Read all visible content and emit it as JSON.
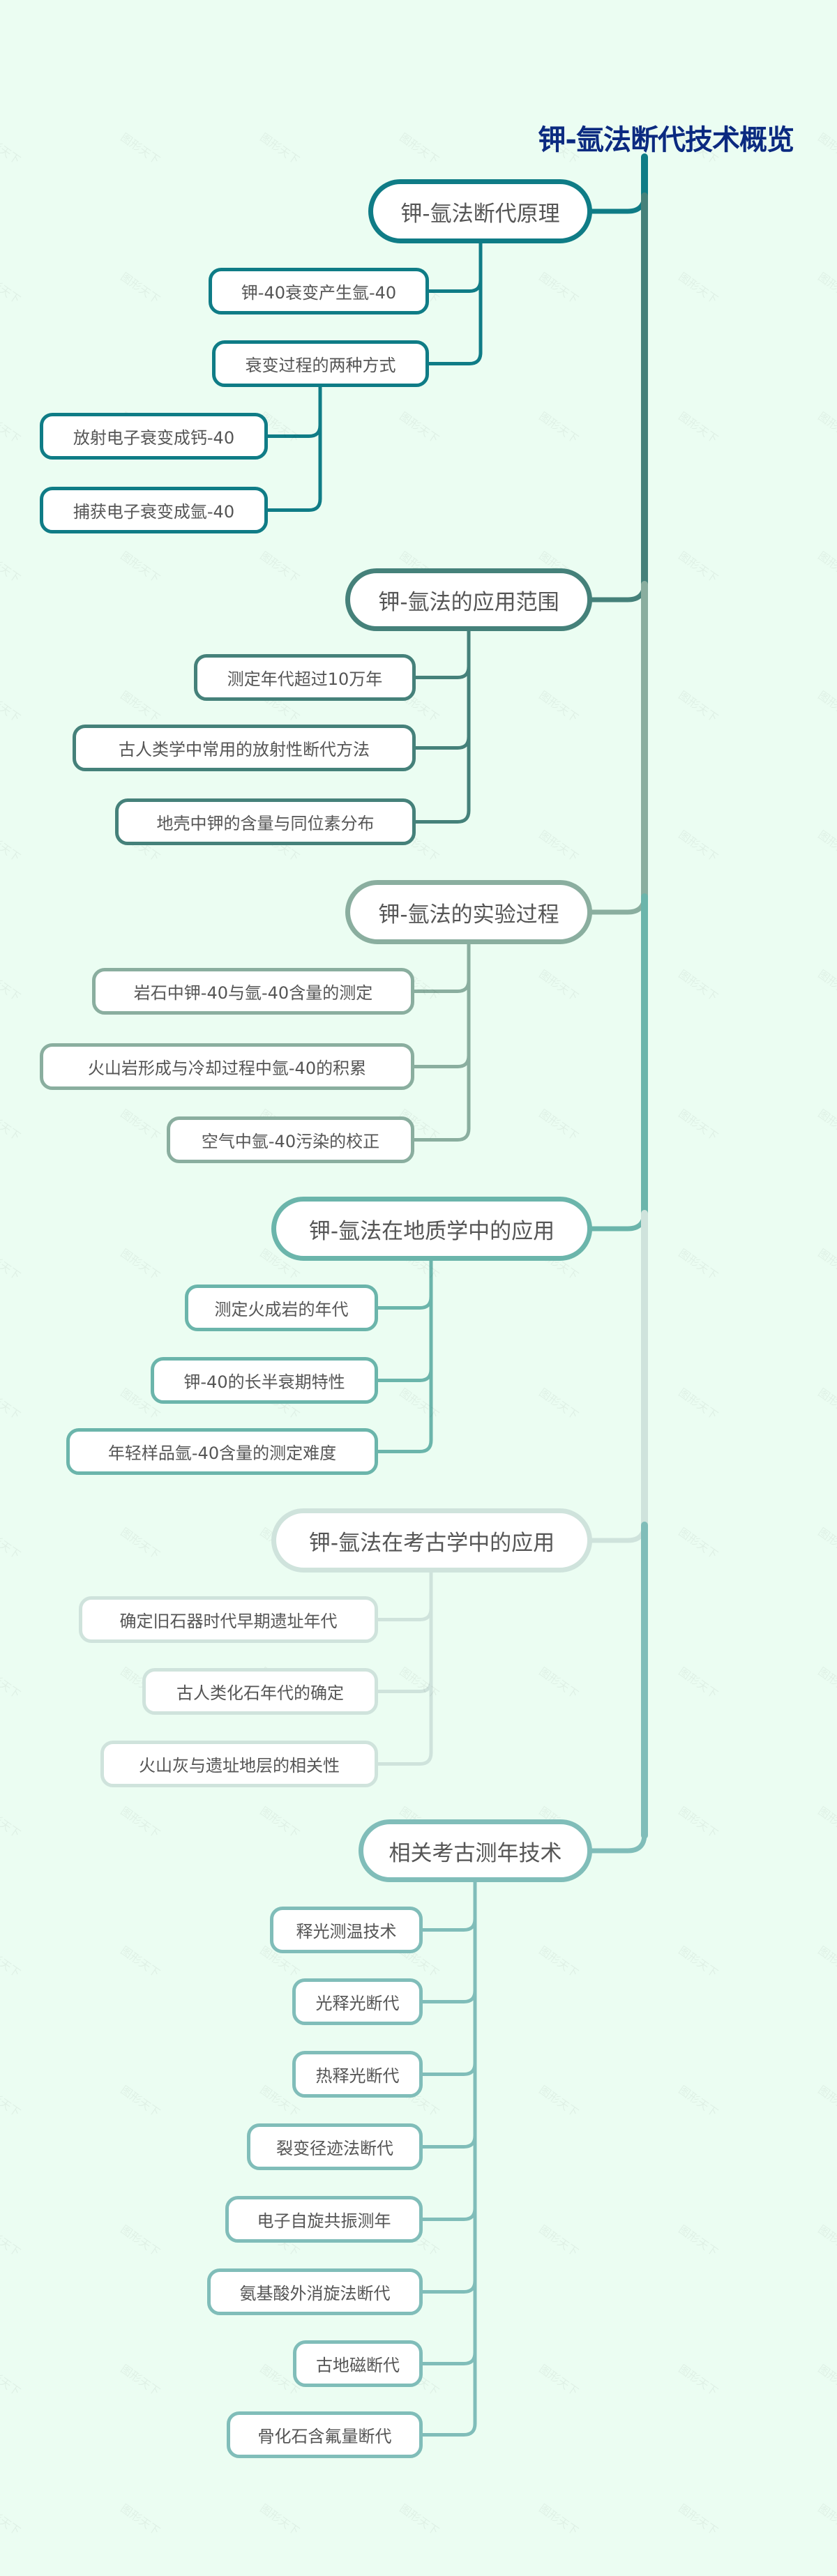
{
  "title": "钾-氩法断代技术概览",
  "watermark": "图形天下",
  "colors": {
    "background": "#ebfdf2",
    "title": "#0b2a80",
    "text": "#555555",
    "branch_colors": [
      "#0f7c86",
      "#45817a",
      "#8aae9f",
      "#6bb5ab",
      "#cfe3dc",
      "#80bdb9"
    ]
  },
  "branches": [
    {
      "label": "钾-氩法断代原理",
      "children": [
        {
          "label": "钾-40衰变产生氩-40"
        },
        {
          "label": "衰变过程的两种方式",
          "children": [
            {
              "label": "放射电子衰变成钙-40"
            },
            {
              "label": "捕获电子衰变成氩-40"
            }
          ]
        }
      ]
    },
    {
      "label": "钾-氩法的应用范围",
      "children": [
        {
          "label": "测定年代超过10万年"
        },
        {
          "label": "古人类学中常用的放射性断代方法"
        },
        {
          "label": "地壳中钾的含量与同位素分布"
        }
      ]
    },
    {
      "label": "钾-氩法的实验过程",
      "children": [
        {
          "label": "岩石中钾-40与氩-40含量的测定"
        },
        {
          "label": "火山岩形成与冷却过程中氩-40的积累"
        },
        {
          "label": "空气中氩-40污染的校正"
        }
      ]
    },
    {
      "label": "钾-氩法在地质学中的应用",
      "children": [
        {
          "label": "测定火成岩的年代"
        },
        {
          "label": "钾-40的长半衰期特性"
        },
        {
          "label": "年轻样品氩-40含量的测定难度"
        }
      ]
    },
    {
      "label": "钾-氩法在考古学中的应用",
      "children": [
        {
          "label": "确定旧石器时代早期遗址年代"
        },
        {
          "label": "古人类化石年代的确定"
        },
        {
          "label": "火山灰与遗址地层的相关性"
        }
      ]
    },
    {
      "label": "相关考古测年技术",
      "children": [
        {
          "label": "释光测温技术"
        },
        {
          "label": "光释光断代"
        },
        {
          "label": "热释光断代"
        },
        {
          "label": "裂变径迹法断代"
        },
        {
          "label": "电子自旋共振测年"
        },
        {
          "label": "氨基酸外消旋法断代"
        },
        {
          "label": "古地磁断代"
        },
        {
          "label": "骨化石含氟量断代"
        }
      ]
    }
  ]
}
